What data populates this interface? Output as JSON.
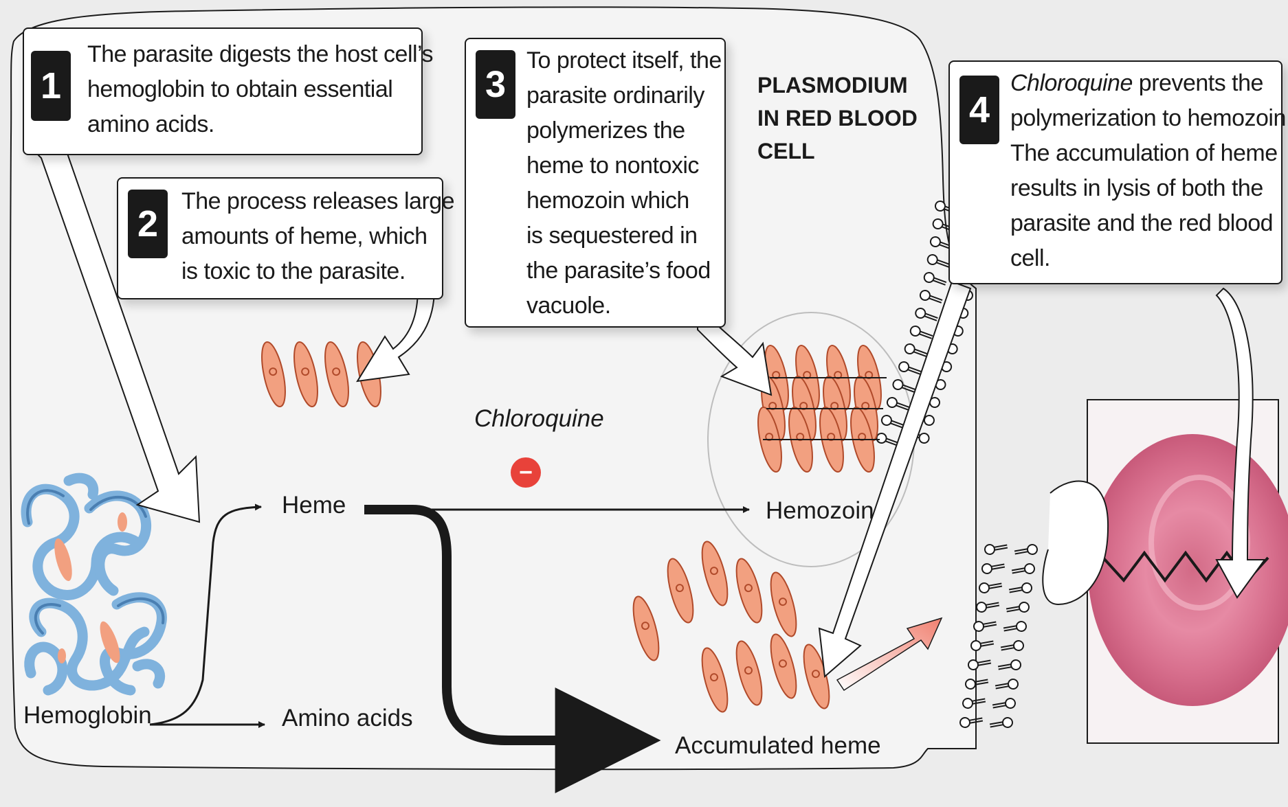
{
  "callouts": [
    {
      "number": "1",
      "lines": [
        "The parasite digests the host cell’s",
        "hemoglobin to obtain essential",
        "amino acids."
      ]
    },
    {
      "number": "2",
      "lines": [
        "The process releases large",
        "amounts of  heme, which",
        "is toxic to the parasite."
      ]
    },
    {
      "number": "3",
      "lines": [
        "To protect itself, the",
        "parasite ordinarily",
        "polymerizes the",
        "heme to nontoxic",
        "hemozoin which",
        "is sequestered in",
        "the parasite’s food",
        "vacuole."
      ]
    },
    {
      "number": "4",
      "lines": [
        "Chloroquine",
        " prevents the",
        "polymerization to hemozoin.",
        "The accumulation of heme",
        "results in lysis of both the",
        "parasite and the red blood",
        "cell."
      ]
    }
  ],
  "title": [
    "PLASMODIUM",
    "IN RED BLOOD",
    "CELL"
  ],
  "labels": {
    "hemoglobin": "Hemoglobin",
    "heme": "Heme",
    "amino_acids": "Amino acids",
    "hemozoin": "Hemozoin",
    "accumulated_heme": "Accumulated heme",
    "chloroquine": "Chloroquine"
  },
  "inhibit_symbol": "−",
  "colors": {
    "heme_fill": "#f2a080",
    "heme_stroke": "#b04a2a",
    "hemoglobin": "#7fb2dd",
    "inhibitor": "#e8423a",
    "rbc": "#d8708e"
  }
}
